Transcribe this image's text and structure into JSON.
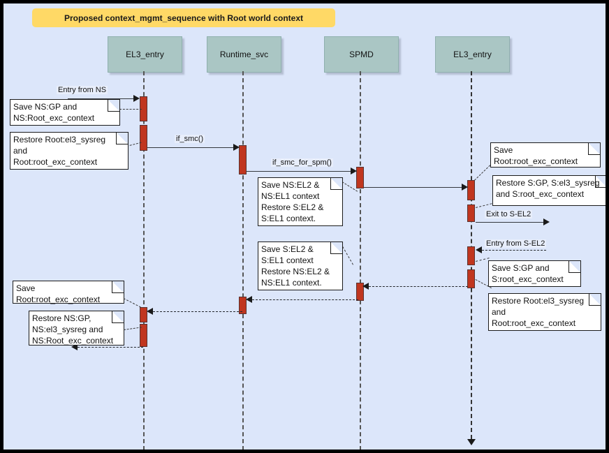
{
  "diagram": {
    "title": "Proposed context_mgmt_sequence with Root world context",
    "type": "uml-sequence-diagram",
    "background_color": "#dce6fa",
    "title_color": "#ffd966",
    "participant_color": "#aac6c4",
    "activation_color": "#c0361f"
  },
  "participants": [
    {
      "id": "el3_entry_left",
      "label": "EL3_entry"
    },
    {
      "id": "runtime_svc",
      "label": "Runtime_svc"
    },
    {
      "id": "spmd",
      "label": "SPMD"
    },
    {
      "id": "el3_entry_right",
      "label": "EL3_entry"
    }
  ],
  "messages": [
    {
      "id": "m1",
      "label": "Entry from NS",
      "from": "external-left",
      "to": "el3_entry_left",
      "style": "solid"
    },
    {
      "id": "m2",
      "label": "if_smc()",
      "from": "el3_entry_left",
      "to": "runtime_svc",
      "style": "solid"
    },
    {
      "id": "m3",
      "label": "if_smc_for_spm()",
      "from": "runtime_svc",
      "to": "spmd",
      "style": "solid"
    },
    {
      "id": "m4",
      "label": "",
      "from": "spmd",
      "to": "el3_entry_right",
      "style": "solid"
    },
    {
      "id": "m5",
      "label": "Exit to S-EL2",
      "from": "el3_entry_right",
      "to": "external-right",
      "style": "solid"
    },
    {
      "id": "m6",
      "label": "Entry from S-EL2",
      "from": "external-right",
      "to": "el3_entry_right",
      "style": "dashed"
    },
    {
      "id": "m7",
      "label": "",
      "from": "el3_entry_right",
      "to": "spmd",
      "style": "dashed"
    },
    {
      "id": "m8",
      "label": "",
      "from": "spmd",
      "to": "runtime_svc",
      "style": "dashed"
    },
    {
      "id": "m9",
      "label": "",
      "from": "runtime_svc",
      "to": "el3_entry_left",
      "style": "dashed"
    },
    {
      "id": "m10",
      "label": "",
      "from": "el3_entry_left",
      "to": "external-left",
      "style": "dashed"
    }
  ],
  "notes": [
    {
      "id": "n1",
      "text": "Save NS:GP and\nNS:Root_exc_context",
      "attached_to": "el3_entry_left"
    },
    {
      "id": "n2",
      "text": "Restore Root:el3_sysreg\nand\nRoot:root_exc_context",
      "attached_to": "el3_entry_left"
    },
    {
      "id": "n3",
      "text": "Save NS:EL2 &\nNS:EL1 context\nRestore S:EL2 &\nS:EL1 context.",
      "attached_to": "spmd"
    },
    {
      "id": "n4",
      "text": "Save Root:root_exc_context",
      "attached_to": "el3_entry_right"
    },
    {
      "id": "n5",
      "text": "Restore S:GP, S:el3_sysreg\nand S:root_exc_context",
      "attached_to": "el3_entry_right"
    },
    {
      "id": "n6",
      "text": "Save S:EL2 &\nS:EL1 context\nRestore NS:EL2 &\nNS:EL1 context.",
      "attached_to": "spmd"
    },
    {
      "id": "n7",
      "text": "Save S:GP and\nS:root_exc_context",
      "attached_to": "el3_entry_right"
    },
    {
      "id": "n8",
      "text": "Restore Root:el3_sysreg\nand\nRoot:root_exc_context",
      "attached_to": "el3_entry_right"
    },
    {
      "id": "n9",
      "text": "Save Root:root_exc_context",
      "attached_to": "el3_entry_left"
    },
    {
      "id": "n10",
      "text": "Restore NS:GP,\nNS:el3_sysreg and\nNS:Root_exc_context",
      "attached_to": "el3_entry_left"
    }
  ]
}
